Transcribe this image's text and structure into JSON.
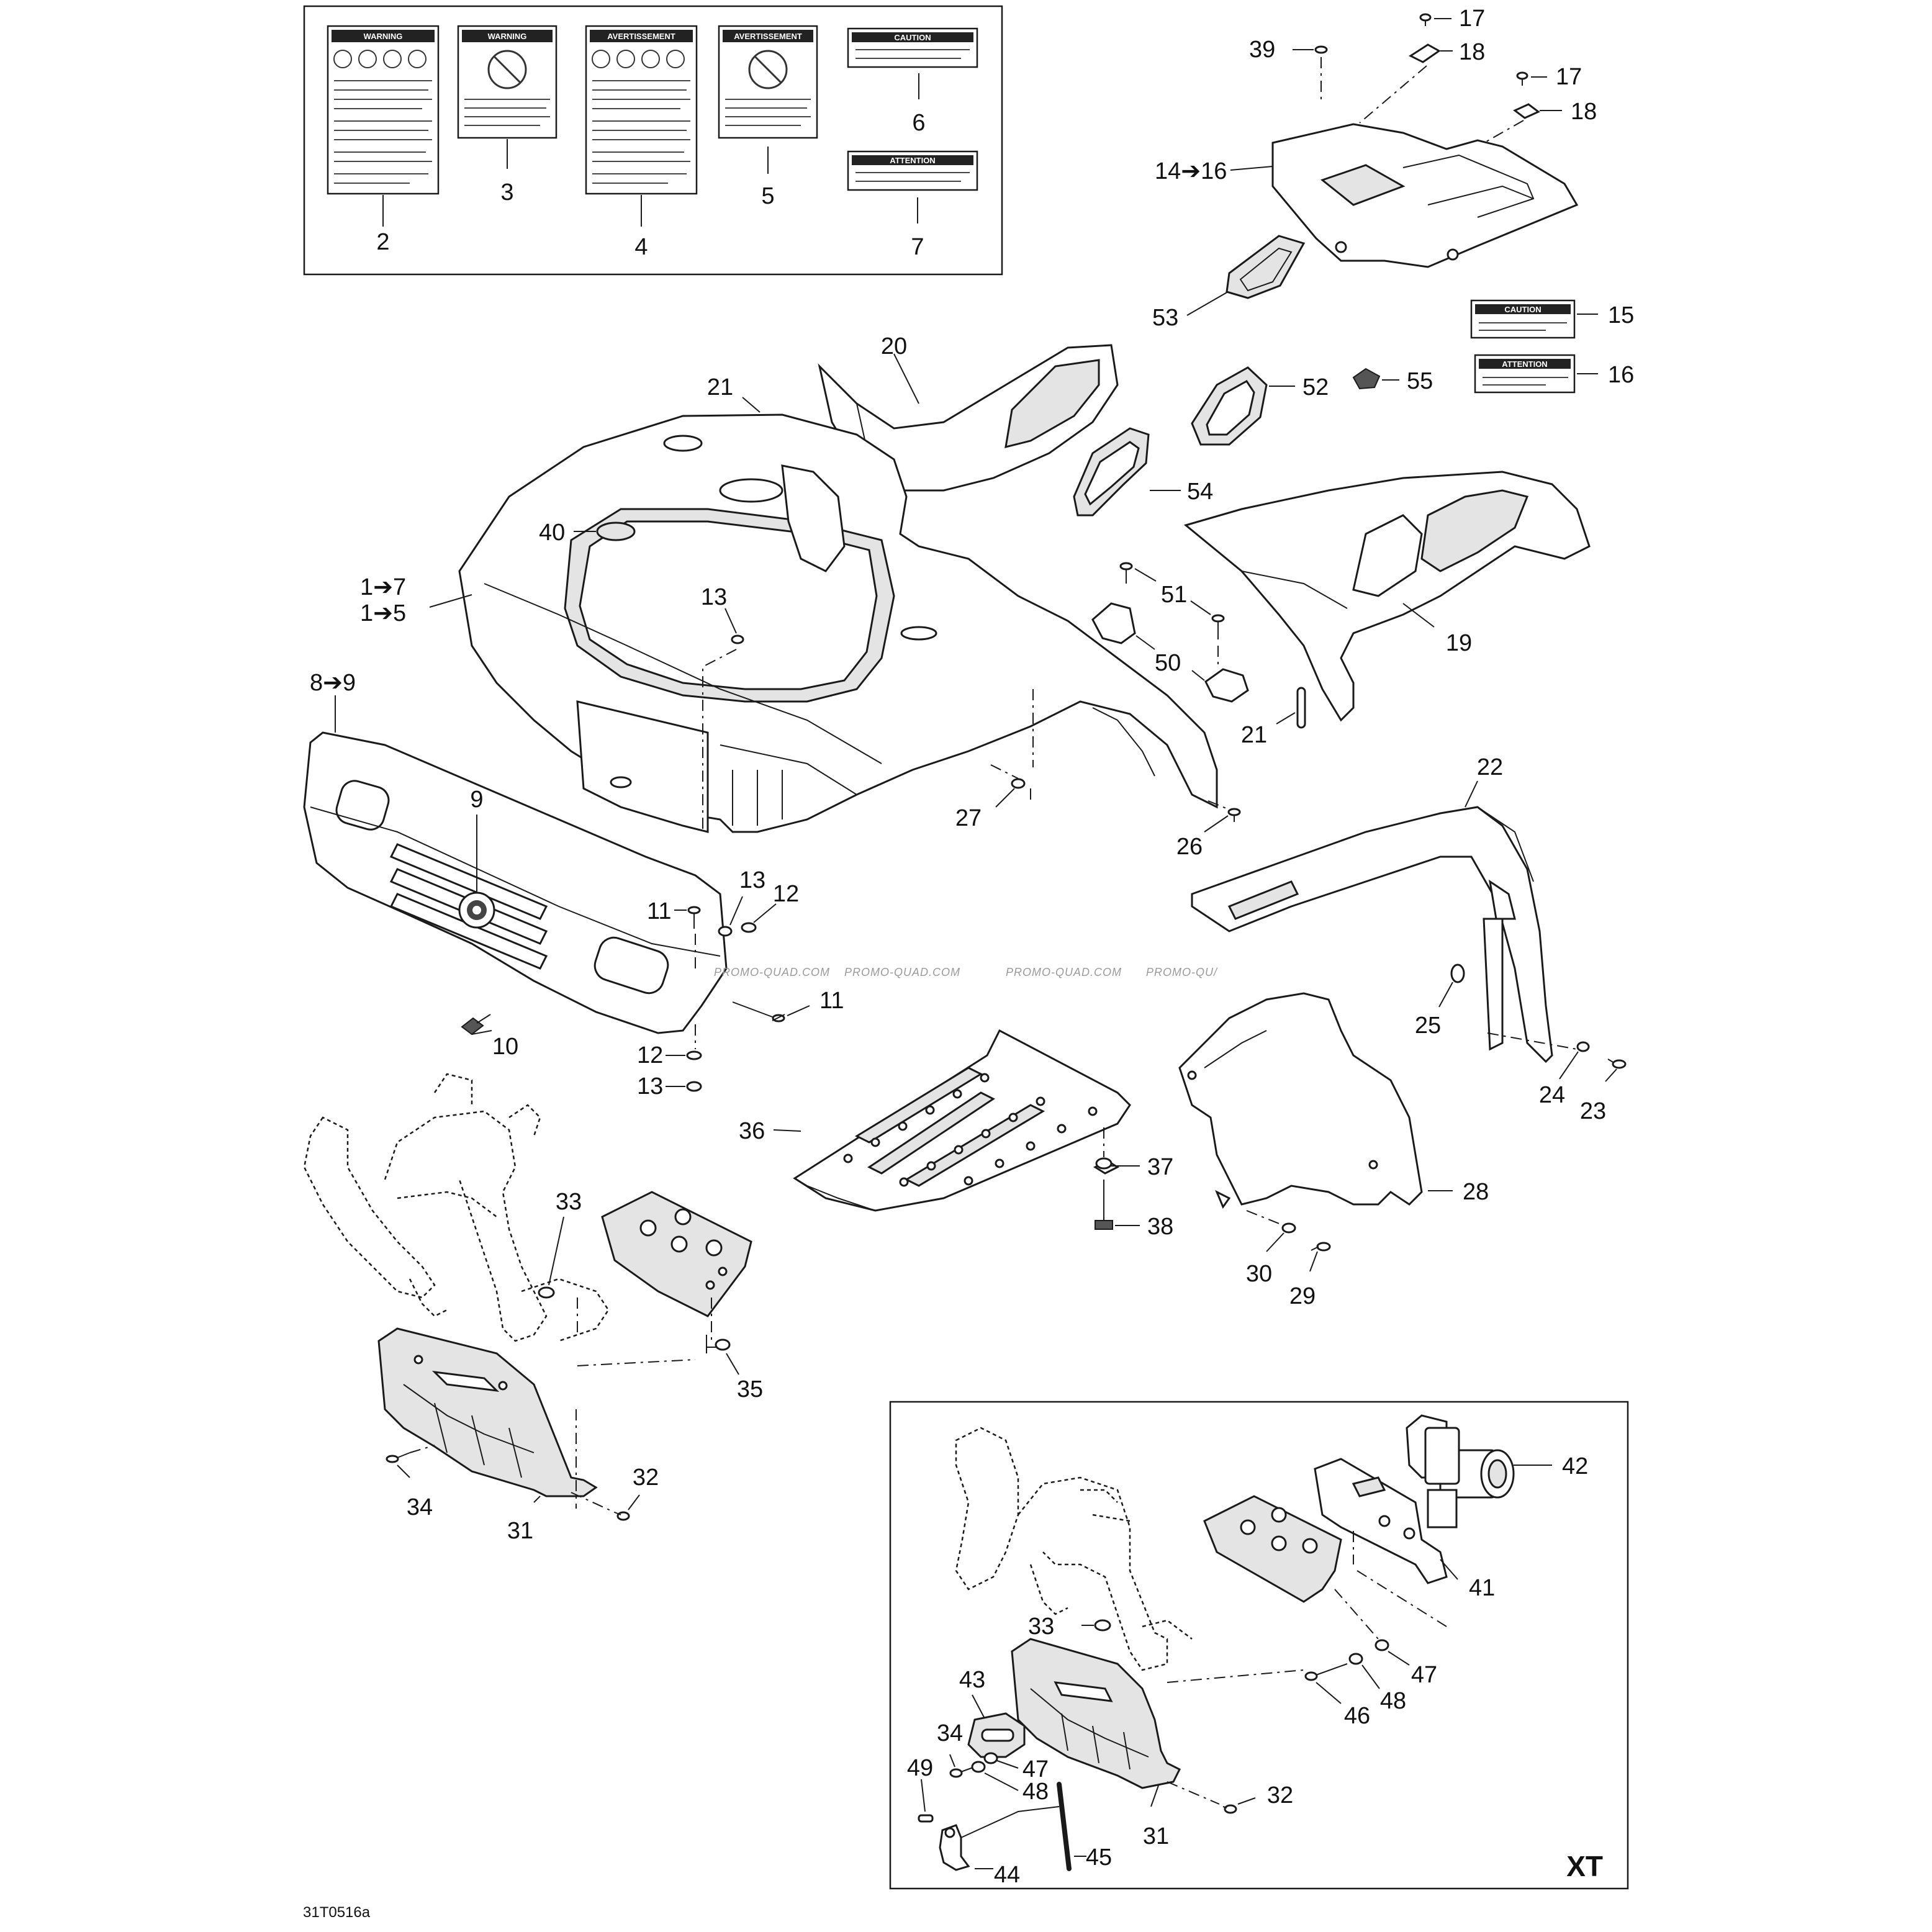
{
  "diagram": {
    "drawing_code": "31T0516a",
    "watermark": "PROMO-QUAD.COM",
    "watermark_partial": "PROMO-QU/",
    "inset_title": "XT",
    "decal_titles": {
      "d2": "WARNING",
      "d3": "WARNING",
      "d4": "AVERTISSEMENT",
      "d5": "AVERTISSEMENT",
      "d6": "CAUTION",
      "d7": "ATTENTION",
      "d15": "CAUTION",
      "d16": "ATTENTION"
    },
    "callouts": {
      "c2": "2",
      "c3": "3",
      "c4": "4",
      "c5": "5",
      "c6": "6",
      "c7": "7",
      "c17a": "17",
      "c17b": "17",
      "c18a": "18",
      "c18b": "18",
      "c39": "39",
      "c14": "14➔16",
      "c53": "53",
      "c15": "15",
      "c16": "16",
      "c52": "52",
      "c55": "55",
      "c54": "54",
      "c20": "20",
      "c21a": "21",
      "c21b": "21",
      "c40": "40",
      "c1a": "1➔7",
      "c1b": "1➔5",
      "c13a": "13",
      "c13b": "13",
      "c13c": "13",
      "c51": "51",
      "c50": "50",
      "c19": "19",
      "c8": "8➔9",
      "c9": "9",
      "c27": "27",
      "c26": "26",
      "c22": "22",
      "c11a": "11",
      "c11b": "11",
      "c12a": "12",
      "c12b": "12",
      "c10": "10",
      "c25": "25",
      "c24": "24",
      "c23": "23",
      "c36": "36",
      "c37": "37",
      "c38": "38",
      "c28": "28",
      "c30": "30",
      "c29": "29",
      "c33a": "33",
      "c35": "35",
      "c34a": "34",
      "c32a": "32",
      "c31a": "31",
      "c42": "42",
      "c41": "41",
      "c33b": "33",
      "c47a": "47",
      "c48a": "48",
      "c46": "46",
      "c43": "43",
      "c34b": "34",
      "c47b": "47",
      "c48b": "48",
      "c49": "49",
      "c32b": "32",
      "c31b": "31",
      "c45": "45",
      "c44": "44"
    }
  }
}
